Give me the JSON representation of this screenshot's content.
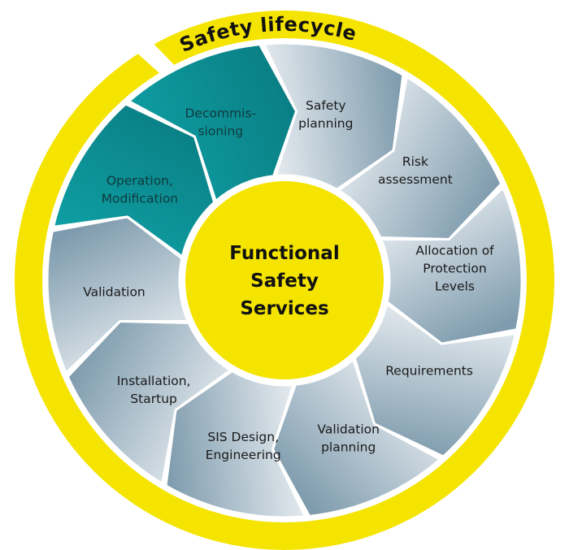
{
  "ring": {
    "title": "Safety lifecycle",
    "color": "#f5e400"
  },
  "center": {
    "lines": [
      "Functional",
      "Safety",
      "Services"
    ],
    "color": "#f5e400"
  },
  "colors": {
    "segment_light": "#e9eef2",
    "segment_dark": "#7f9cae",
    "segment_teal": "#0e9ea3",
    "segment_teal_dark": "#0a7f84"
  },
  "segments": [
    {
      "id": "safety-planning",
      "lines": [
        "Safety",
        "planning"
      ],
      "style": "blue"
    },
    {
      "id": "risk-assessment",
      "lines": [
        "Risk",
        "assessment"
      ],
      "style": "blue"
    },
    {
      "id": "allocation-of-protection-levels",
      "lines": [
        "Allocation of",
        "Protection",
        "Levels"
      ],
      "style": "blue"
    },
    {
      "id": "requirements",
      "lines": [
        "Requirements"
      ],
      "style": "blue"
    },
    {
      "id": "validation-planning",
      "lines": [
        "Validation",
        "planning"
      ],
      "style": "blue"
    },
    {
      "id": "sis-design-engineering",
      "lines": [
        "SIS Design,",
        "Engineering"
      ],
      "style": "blue"
    },
    {
      "id": "installation-startup",
      "lines": [
        "Installation,",
        "Startup"
      ],
      "style": "blue"
    },
    {
      "id": "validation",
      "lines": [
        "Validation"
      ],
      "style": "blue"
    },
    {
      "id": "operation-modification",
      "lines": [
        "Operation,",
        "Modification"
      ],
      "style": "teal"
    },
    {
      "id": "decommissioning",
      "lines": [
        "Decommis-",
        "sioning"
      ],
      "style": "teal"
    }
  ]
}
